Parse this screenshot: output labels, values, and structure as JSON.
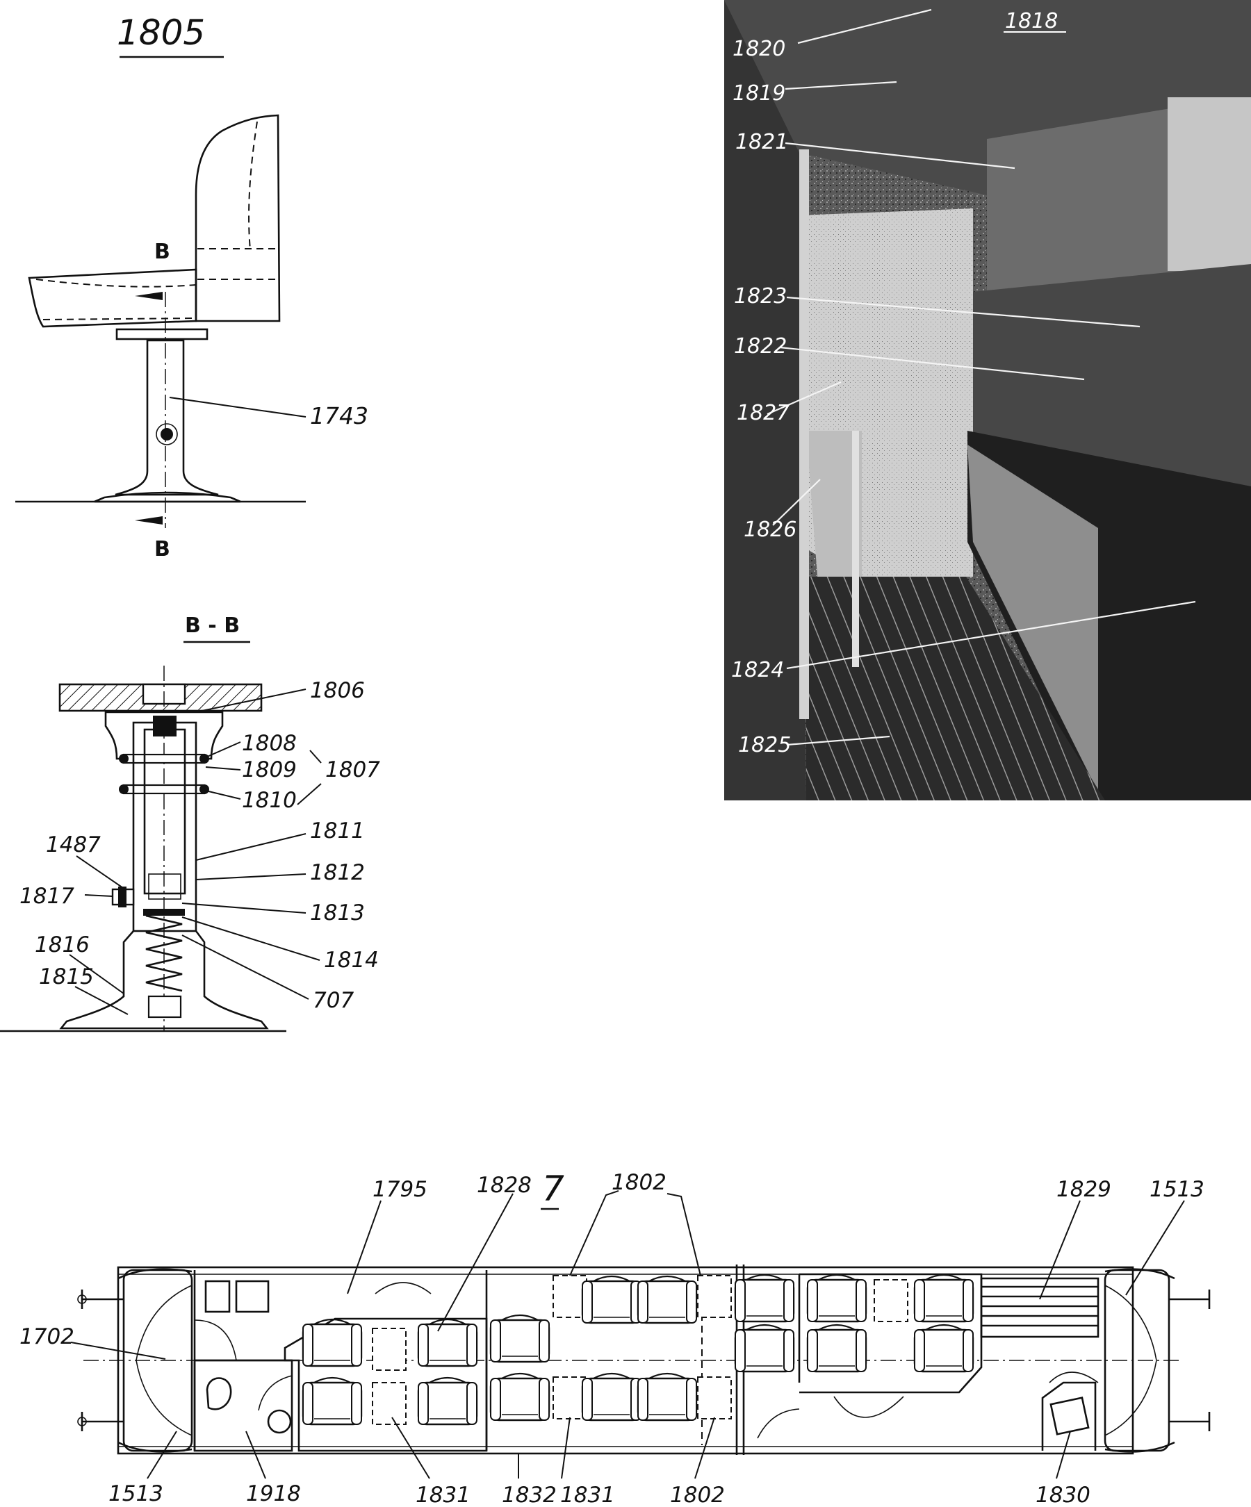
{
  "seat_figure": {
    "title": "1805",
    "section_mark_top": "B",
    "section_mark_bottom": "B",
    "column_label": "1743"
  },
  "section_figure": {
    "title": "B - B",
    "labels": [
      "1806",
      "1808",
      "1809",
      "1807",
      "1810",
      "1811",
      "1487",
      "1812",
      "1817",
      "1813",
      "1816",
      "1814",
      "1815",
      "707"
    ]
  },
  "photo": {
    "labels": [
      "1818",
      "1820",
      "1819",
      "1821",
      "1823",
      "1822",
      "1827",
      "1826",
      "1824",
      "1825"
    ]
  },
  "floor_plan": {
    "title": "7",
    "top_labels": [
      "1795",
      "1828",
      "1802",
      "1829",
      "1513"
    ],
    "left_labels": [
      "1702"
    ],
    "bottom_labels": [
      "1513",
      "1918",
      "1831",
      "1832",
      "1831",
      "1802",
      "1830"
    ]
  }
}
